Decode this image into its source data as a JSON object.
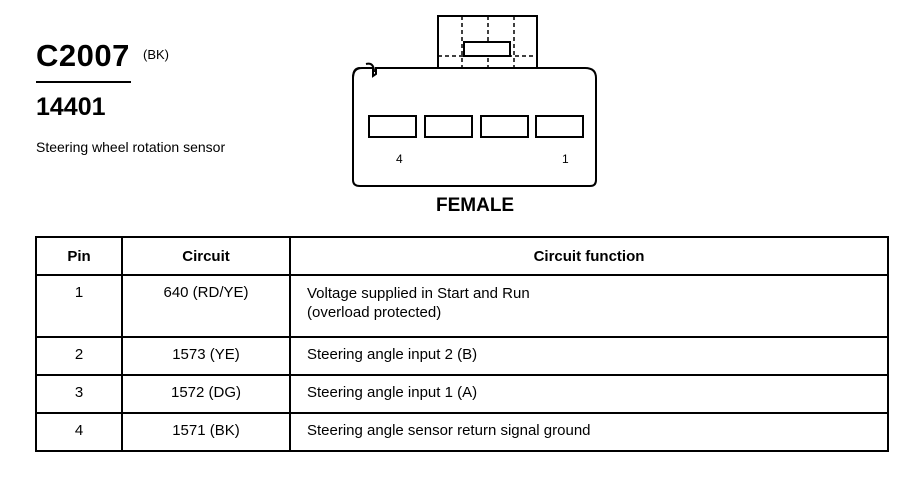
{
  "connector": {
    "id": "C2007",
    "color_code": "(BK)",
    "part_number": "14401",
    "description": "Steering wheel rotation sensor",
    "gender": "FEMALE",
    "pin_label_left": "4",
    "pin_label_right": "1"
  },
  "table": {
    "headers": {
      "pin": "Pin",
      "circuit": "Circuit",
      "function": "Circuit function"
    },
    "rows": [
      {
        "pin": "1",
        "circuit": "640 (RD/YE)",
        "function_line1": "Voltage supplied in Start and Run",
        "function_line2": "(overload protected)"
      },
      {
        "pin": "2",
        "circuit": "1573 (YE)",
        "function_line1": "Steering angle input 2 (B)"
      },
      {
        "pin": "3",
        "circuit": "1572 (DG)",
        "function_line1": "Steering angle input 1 (A)"
      },
      {
        "pin": "4",
        "circuit": "1571 (BK)",
        "function_line1": "Steering angle sensor return signal ground"
      }
    ]
  }
}
